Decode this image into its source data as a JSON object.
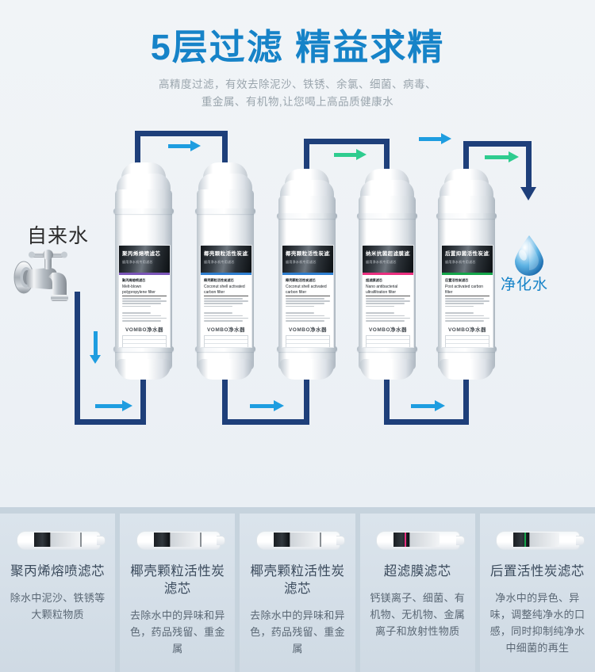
{
  "hero": {
    "title": "5层过滤  精益求精",
    "subtitle_line1": "高精度过滤，有效去除泥沙、铁锈、余氯、细菌、病毒、",
    "subtitle_line2": "重金属、有机物,让您喝上高品质健康水",
    "tap_water_label": "自来水",
    "pure_water_label": "净化水",
    "title_color": "#1683c8",
    "pipe_color": "#1e3f7a",
    "blue_arrow_color": "#1e9de0",
    "green_arrow_color": "#2ecc8f",
    "background_color": "#eff3f6"
  },
  "cartridges": [
    {
      "index": "1",
      "label_cn": "聚丙烯熔喷滤芯",
      "label_cn_sub": "留用净水机专用滤芯",
      "label_en": "Melt-blown polypropylene filter",
      "brand": "VOMBO净水器",
      "stripe_color": "#7b55b8",
      "spec_cn": "聚丙烯熔喷滤芯"
    },
    {
      "index": "2",
      "label_cn": "椰壳颗粒活性炭滤芯",
      "label_cn_sub": "留用净水机专用滤芯",
      "label_en": "Coconut shell activated carbon filter",
      "brand": "VOMBO净水器",
      "stripe_color": "#2f7fd0",
      "spec_cn": "椰壳颗粒活性炭滤芯"
    },
    {
      "index": "3",
      "label_cn": "椰壳颗粒活性炭滤芯",
      "label_cn_sub": "留用净水机专用滤芯",
      "label_en": "Coconut shell activated carbon filter",
      "brand": "VOMBO净水器",
      "stripe_color": "#2f7fd0",
      "spec_cn": "椰壳颗粒活性炭滤芯"
    },
    {
      "index": "4",
      "label_cn": "纳米抗菌超滤膜滤芯",
      "label_cn_sub": "留用净水机专用滤芯",
      "label_en": "Nano antibacterial ultrafiltration filter",
      "brand": "VOMBO净水器",
      "stripe_color": "#ea2f7f",
      "spec_cn": "超滤膜滤芯"
    },
    {
      "index": "5",
      "label_cn": "后置抑菌活性炭滤芯",
      "label_cn_sub": "留用净水机专用滤芯",
      "label_en": "Post activated carbon filter",
      "brand": "VOMBO净水器",
      "stripe_color": "#15a54a",
      "spec_cn": "后置活性炭滤芯"
    }
  ],
  "cards": [
    {
      "title": "聚丙烯熔喷滤芯",
      "desc": "除水中泥沙、铁锈等大颗粒物质",
      "stripe_color": "#8a8f94"
    },
    {
      "title": "椰壳颗粒活性炭滤芯",
      "desc": "去除水中的异味和异色，药品残留、重金属",
      "stripe_color": "#8a8f94"
    },
    {
      "title": "椰壳颗粒活性炭滤芯",
      "desc": "去除水中的异味和异色，药品残留、重金属",
      "stripe_color": "#8a8f94"
    },
    {
      "title": "超滤膜滤芯",
      "desc": "钙镁离子、细菌、有机物、无机物、金属离子和放射性物质",
      "stripe_color": "#ea2f7f"
    },
    {
      "title": "后置活性炭滤芯",
      "desc": "净水中的异色、异味，调整纯净水的口感，同时抑制纯净水中细菌的再生",
      "stripe_color": "#15a54a"
    }
  ]
}
